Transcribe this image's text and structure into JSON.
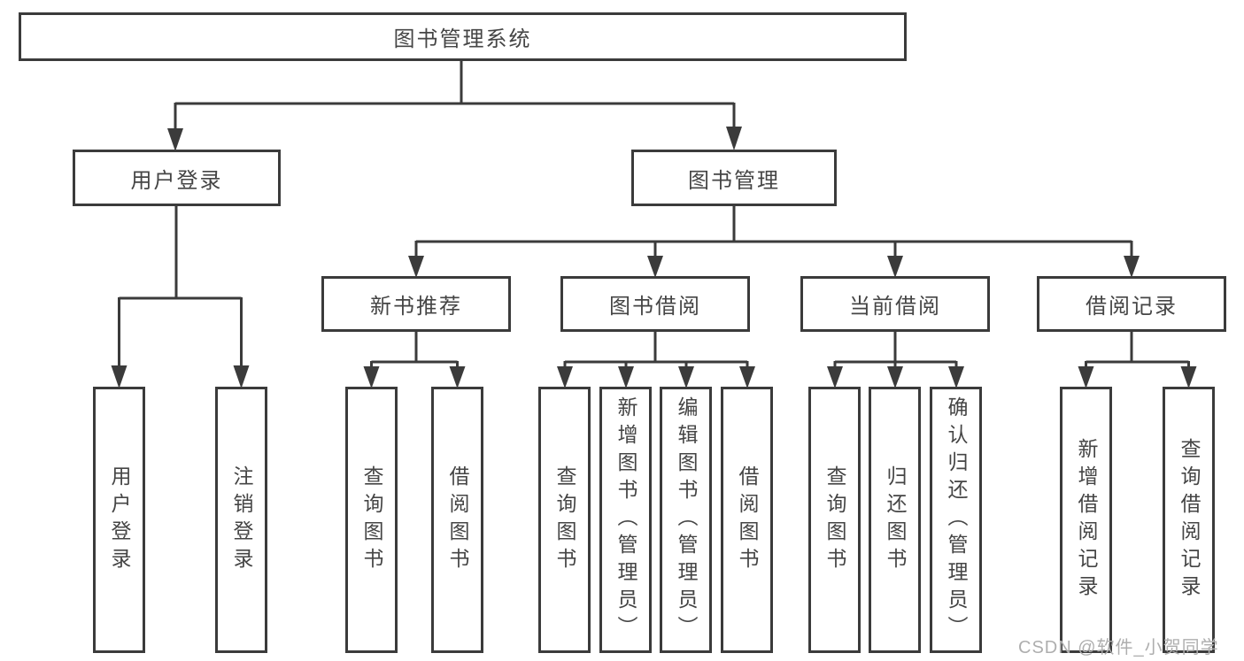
{
  "title": "图书管理系统",
  "watermark": "CSDN @软件_小贺同学",
  "colors": {
    "line": "#3b3b3b",
    "text": "#454545",
    "watermark": "#aeaeae",
    "background": "#ffffff"
  },
  "tree": {
    "root": {
      "label": "图书管理系统",
      "children": [
        {
          "label": "用户登录",
          "children": [
            {
              "label": "用户登录"
            },
            {
              "label": "注销登录"
            }
          ]
        },
        {
          "label": "图书管理",
          "children": [
            {
              "label": "新书推荐",
              "children": [
                {
                  "label": "查询图书"
                },
                {
                  "label": "借阅图书"
                }
              ]
            },
            {
              "label": "图书借阅",
              "children": [
                {
                  "label": "查询图书"
                },
                {
                  "label": "新增图书（管理员）"
                },
                {
                  "label": "编辑图书（管理员）"
                },
                {
                  "label": "借阅图书"
                }
              ]
            },
            {
              "label": "当前借阅",
              "children": [
                {
                  "label": "查询图书"
                },
                {
                  "label": "归还图书"
                },
                {
                  "label": "确认归还（管理员）"
                }
              ]
            },
            {
              "label": "借阅记录",
              "children": [
                {
                  "label": "新增借阅记录"
                },
                {
                  "label": "查询借阅记录"
                }
              ]
            }
          ]
        }
      ]
    }
  }
}
